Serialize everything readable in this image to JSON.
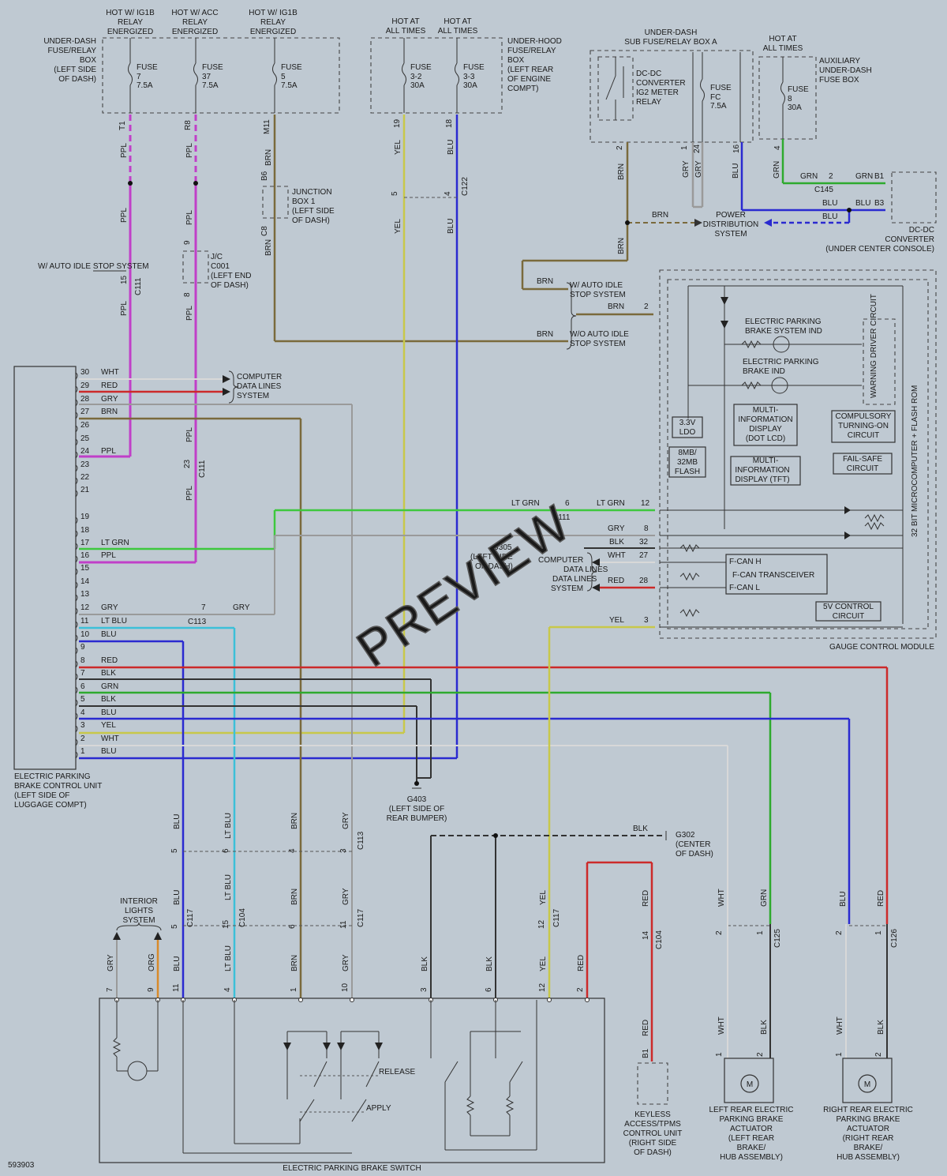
{
  "colors": {
    "PPL": "#c03fc8",
    "YEL": "#c8c84a",
    "BLU": "#2a2ad0",
    "BRN": "#7a6a3c",
    "GRN": "#2eaa2e",
    "GRY": "#9a9a9a",
    "RED": "#cc2a2a",
    "WHT": "#d8d8d8",
    "BLK": "#333333",
    "LT GRN": "#3ec83e",
    "LT BLU": "#3cc0d8",
    "ORG": "#d88a2a",
    "background": "#bfc9d2"
  },
  "watermark": "PREVIEW",
  "diagram_id": "593903",
  "fuse_boxes": {
    "under_dash": {
      "title": [
        "UNDER-DASH",
        "FUSE/RELAY",
        "BOX",
        "(LEFT SIDE",
        "OF DASH)"
      ],
      "columns": [
        {
          "hot": [
            "HOT W/ IG1B",
            "RELAY",
            "ENERGIZED"
          ],
          "fuse": [
            "FUSE",
            "7",
            "7.5A"
          ],
          "pin": "T1"
        },
        {
          "hot": [
            "HOT W/ ACC",
            "RELAY",
            "ENERGIZED"
          ],
          "fuse": [
            "FUSE",
            "37",
            "7.5A"
          ],
          "pin": "R8"
        },
        {
          "hot": [
            "HOT W/ IG1B",
            "RELAY",
            "ENERGIZED"
          ],
          "fuse": [
            "FUSE",
            "5",
            "7.5A"
          ],
          "pin": "M11"
        }
      ]
    },
    "under_hood": {
      "title": [
        "UNDER-HOOD",
        "FUSE/RELAY",
        "BOX",
        "(LEFT REAR",
        "OF ENGINE",
        "COMPT)"
      ],
      "columns": [
        {
          "hot": [
            "HOT AT",
            "ALL TIMES"
          ],
          "fuse": [
            "FUSE",
            "3-2",
            "30A"
          ],
          "pin": "19"
        },
        {
          "hot": [
            "HOT AT",
            "ALL TIMES"
          ],
          "fuse": [
            "FUSE",
            "3-3",
            "30A"
          ],
          "pin": "18"
        }
      ]
    },
    "sub_box_a": {
      "title": [
        "UNDER-DASH",
        "SUB FUSE/RELAY BOX A"
      ],
      "relay": [
        "DC-DC",
        "CONVERTER",
        "IG2 METER",
        "RELAY"
      ],
      "fuse": [
        "FUSE",
        "FC",
        "7.5A"
      ]
    },
    "auxiliary": {
      "hot": [
        "HOT AT",
        "ALL TIMES"
      ],
      "title": [
        "AUXILIARY",
        "UNDER-DASH",
        "FUSE BOX"
      ],
      "fuse": [
        "FUSE",
        "8",
        "30A"
      ]
    }
  },
  "junction_box": [
    "JUNCTION",
    "BOX 1",
    "(LEFT SIDE",
    "OF DASH)"
  ],
  "jc_c001": [
    "J/C",
    "C001",
    "(LEFT END",
    "OF DASH)"
  ],
  "auto_idle": "W/ AUTO IDLE STOP SYSTEM",
  "power_distribution": [
    "POWER",
    "DISTRIBUTION",
    "SYSTEM"
  ],
  "dcdc_converter": [
    "DC-DC",
    "CONVERTER",
    "(UNDER CENTER CONSOLE)"
  ],
  "w_auto_idle": [
    "W/ AUTO IDLE",
    "STOP SYSTEM"
  ],
  "wo_auto_idle": [
    "W/O AUTO IDLE",
    "STOP SYSTEM"
  ],
  "computer_data_lines": [
    "COMPUTER",
    "DATA LINES",
    "SYSTEM"
  ],
  "epb_control_unit": {
    "title": [
      "ELECTRIC PARKING",
      "BRAKE CONTROL UNIT",
      "(LEFT SIDE OF",
      "LUGGAGE COMPT)"
    ],
    "pins": [
      {
        "n": "30",
        "w": "WHT"
      },
      {
        "n": "29",
        "w": "RED"
      },
      {
        "n": "28",
        "w": "GRY"
      },
      {
        "n": "27",
        "w": "BRN"
      },
      {
        "n": "26",
        "w": ""
      },
      {
        "n": "25",
        "w": ""
      },
      {
        "n": "24",
        "w": "PPL"
      },
      {
        "n": "23",
        "w": ""
      },
      {
        "n": "22",
        "w": ""
      },
      {
        "n": "21",
        "w": ""
      },
      {
        "n": "19",
        "w": ""
      },
      {
        "n": "18",
        "w": ""
      },
      {
        "n": "17",
        "w": "LT GRN"
      },
      {
        "n": "16",
        "w": "PPL"
      },
      {
        "n": "15",
        "w": ""
      },
      {
        "n": "14",
        "w": ""
      },
      {
        "n": "13",
        "w": ""
      },
      {
        "n": "12",
        "w": "GRY"
      },
      {
        "n": "11",
        "w": "LT BLU"
      },
      {
        "n": "10",
        "w": "BLU"
      },
      {
        "n": "9",
        "w": ""
      },
      {
        "n": "8",
        "w": "RED"
      },
      {
        "n": "7",
        "w": "BLK"
      },
      {
        "n": "6",
        "w": "GRN"
      },
      {
        "n": "5",
        "w": "BLK"
      },
      {
        "n": "4",
        "w": "BLU"
      },
      {
        "n": "3",
        "w": "YEL"
      },
      {
        "n": "2",
        "w": "WHT"
      },
      {
        "n": "1",
        "w": "BLU"
      }
    ]
  },
  "gauge_module": {
    "title": "GAUGE CONTROL MODULE",
    "micro": "32 BIT MICROCOMPUTER + FLASH ROM",
    "epb_system_ind": [
      "ELECTRIC PARKING",
      "BRAKE SYSTEM IND"
    ],
    "epb_ind": [
      "ELECTRIC PARKING",
      "BRAKE IND"
    ],
    "warning_driver": "WARNING DRIVER CIRCUIT",
    "ldo": [
      "3.3V",
      "LDO"
    ],
    "mid_dot": [
      "MULTI-",
      "INFORMATION",
      "DISPLAY",
      "(DOT LCD)"
    ],
    "compulsory": [
      "COMPULSORY",
      "TURNING-ON",
      "CIRCUIT"
    ],
    "flash": [
      "8MB/",
      "32MB",
      "FLASH"
    ],
    "mid_tft": [
      "MULTI-",
      "INFORMATION",
      "DISPLAY (TFT)"
    ],
    "failsafe": [
      "FAIL-SAFE",
      "CIRCUIT"
    ],
    "fcan": [
      "F-CAN H",
      "F-CAN TRANSCEIVER",
      "F-CAN L"
    ],
    "fivev": [
      "5V CONTROL",
      "CIRCUIT"
    ]
  },
  "g305": [
    "G305",
    "(LEFT SIDE",
    "OF DASH)"
  ],
  "g403": [
    "G403",
    "(LEFT SIDE OF",
    "REAR BUMPER)"
  ],
  "g302": [
    "G302",
    "(CENTER",
    "OF DASH)"
  ],
  "interior_lights": [
    "INTERIOR",
    "LIGHTS",
    "SYSTEM"
  ],
  "switch_labels": {
    "release": "RELEASE",
    "apply": "APPLY",
    "title": "ELECTRIC PARKING BRAKE SWITCH"
  },
  "switch_pins": [
    {
      "n": "7",
      "w": "GRY"
    },
    {
      "n": "9",
      "w": "ORG"
    },
    {
      "n": "11",
      "w": "BLU"
    },
    {
      "n": "4",
      "w": "LT BLU"
    },
    {
      "n": "1",
      "w": "BRN"
    },
    {
      "n": "10",
      "w": "GRY"
    },
    {
      "n": "3",
      "w": "BLK"
    },
    {
      "n": "6",
      "w": "BLK"
    },
    {
      "n": "12",
      "w": "YEL"
    },
    {
      "n": "2",
      "w": "RED"
    }
  ],
  "keyless": [
    "KEYLESS",
    "ACCESS/TPMS",
    "CONTROL UNIT",
    "(RIGHT SIDE",
    "OF DASH)"
  ],
  "left_actuator": [
    "LEFT REAR ELECTRIC",
    "PARKING BRAKE",
    "ACTUATOR",
    "(LEFT REAR",
    "BRAKE/",
    "HUB ASSEMBLY)"
  ],
  "right_actuator": [
    "RIGHT REAR ELECTRIC",
    "PARKING BRAKE",
    "ACTUATOR",
    "(RIGHT REAR",
    "BRAKE/",
    "HUB ASSEMBLY)"
  ],
  "connectors": [
    "C111",
    "C122",
    "C145",
    "C113",
    "C117",
    "C104",
    "C125",
    "C126"
  ],
  "motor": "M",
  "wire_labels": {
    "ppl": "PPL",
    "yel": "YEL",
    "blu": "BLU",
    "brn": "BRN",
    "grn": "GRN",
    "gry": "GRY",
    "red": "RED",
    "wht": "WHT",
    "blk": "BLK",
    "ltgrn": "LT GRN",
    "ltblu": "LT BLU",
    "org": "ORG"
  },
  "pins_misc": {
    "b6": "B6",
    "c8": "C8",
    "p15": "15",
    "p9": "9",
    "p8": "8",
    "p23": "23",
    "p5": "5",
    "p4": "4",
    "p6": "6",
    "p3": "3",
    "p7": "7",
    "p1": "1",
    "p2": "2",
    "p12": "12",
    "p14": "14",
    "p11": "11",
    "p10": "10",
    "p16": "16",
    "p24": "24",
    "p32": "32",
    "p27": "27",
    "p28": "28",
    "b1": "B1",
    "b3": "B3"
  }
}
